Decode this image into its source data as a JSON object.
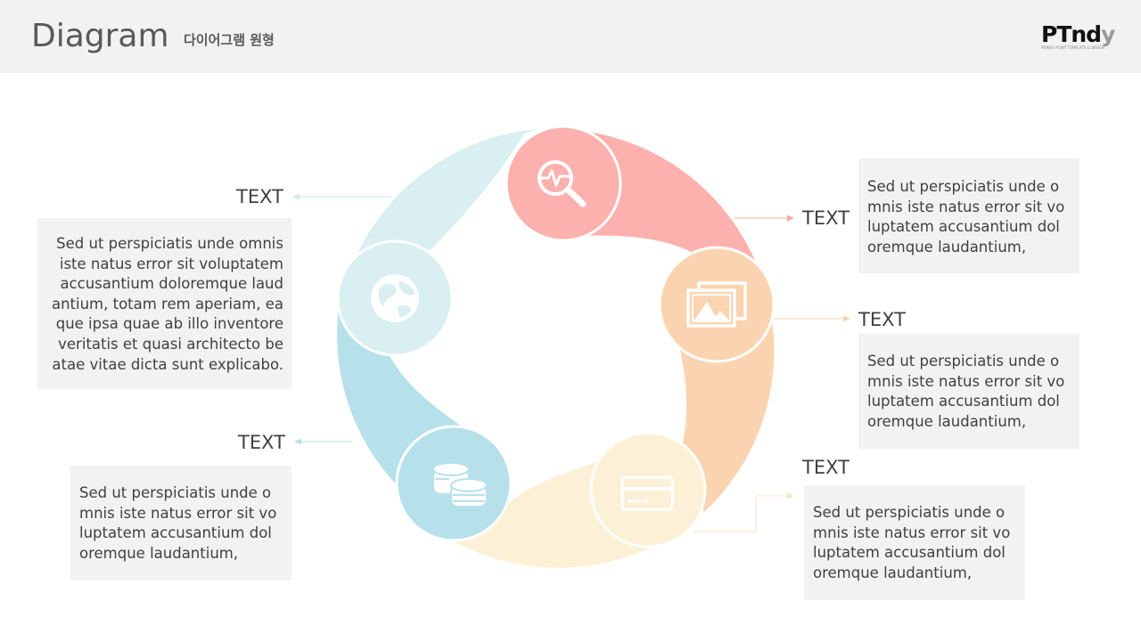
{
  "header": {
    "title": "Diagram",
    "subtitle": "다이어그램 원형",
    "logo": {
      "main": "PTndy",
      "main_prefix": "PTnd",
      "main_suffix": "y",
      "sub": "POWER POINT TEMPLATE & DESIGN"
    }
  },
  "colors": {
    "header_bg": "#f2f2f2",
    "box_bg": "#f2f2f2",
    "segment_red": "#fcb1ae",
    "segment_orange": "#fad4b0",
    "segment_yellow": "#fcf0d7",
    "segment_blue": "#b7e1ea",
    "segment_light_blue": "#d9eff2"
  },
  "items": [
    {
      "id": "analysis",
      "icon": "magnifier-pulse-icon",
      "label": "TEXT",
      "text": [
        "Sed ut perspiciatis unde o",
        "mnis iste natus error sit vo",
        "luptatem accusantium dol",
        "oremque laudantium,"
      ]
    },
    {
      "id": "images",
      "icon": "images-icon",
      "label": "TEXT",
      "text": [
        "Sed ut perspiciatis unde o",
        "mnis iste natus error sit vo",
        "luptatem accusantium dol",
        "oremque laudantium,"
      ]
    },
    {
      "id": "card",
      "icon": "credit-card-icon",
      "label": "TEXT",
      "text": [
        "Sed ut perspiciatis unde o",
        "mnis iste natus error sit vo",
        "luptatem accusantium dol",
        "oremque laudantium,"
      ]
    },
    {
      "id": "coins",
      "icon": "coins-icon",
      "label": "TEXT",
      "text": [
        "Sed ut perspiciatis unde o",
        "mnis iste natus error sit vo",
        "luptatem accusantium dol",
        "oremque laudantium,"
      ]
    },
    {
      "id": "globe",
      "icon": "globe-icon",
      "label": "TEXT",
      "text": [
        "Sed ut perspiciatis unde omnis",
        "iste natus error sit voluptatem",
        "accusantium doloremque laud",
        "antium, totam rem aperiam, ea",
        "que ipsa quae ab illo inventore",
        "veritatis et quasi architecto be",
        "atae vitae dicta sunt explicabo."
      ]
    }
  ]
}
